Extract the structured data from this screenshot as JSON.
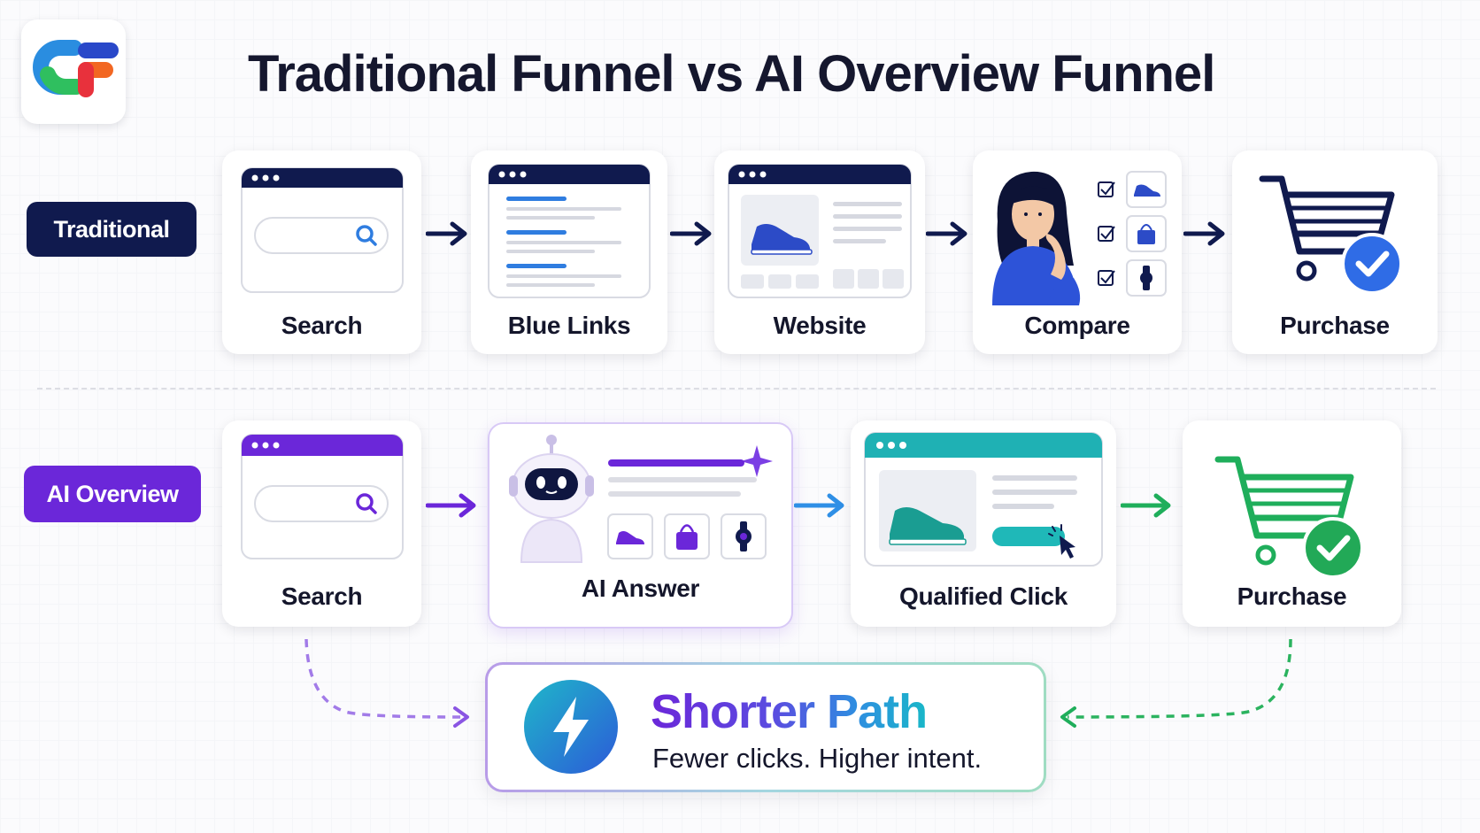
{
  "title": "Traditional Funnel vs AI Overview Funnel",
  "logo_icon": "cf-logo",
  "rows": {
    "traditional": {
      "label": "Traditional",
      "color": "#101a4e",
      "steps": [
        {
          "label": "Search",
          "icon": "search-browser"
        },
        {
          "label": "Blue Links",
          "icon": "results-list"
        },
        {
          "label": "Website",
          "icon": "product-page"
        },
        {
          "label": "Compare",
          "icon": "person-comparing"
        },
        {
          "label": "Purchase",
          "icon": "cart-check"
        }
      ]
    },
    "ai_overview": {
      "label": "AI Overview",
      "color": "#6b27d9",
      "steps": [
        {
          "label": "Search",
          "icon": "search-browser"
        },
        {
          "label": "AI Answer",
          "icon": "robot-answer"
        },
        {
          "label": "Qualified Click",
          "icon": "product-click"
        },
        {
          "label": "Purchase",
          "icon": "cart-check"
        }
      ]
    }
  },
  "summary": {
    "title": "Shorter Path",
    "subtitle": "Fewer clicks. Higher intent.",
    "icon": "lightning-icon"
  },
  "colors": {
    "navy": "#101a4e",
    "purple": "#6b27d9",
    "blue": "#2f8fe6",
    "teal": "#19b3b3",
    "green": "#1fae5b"
  }
}
